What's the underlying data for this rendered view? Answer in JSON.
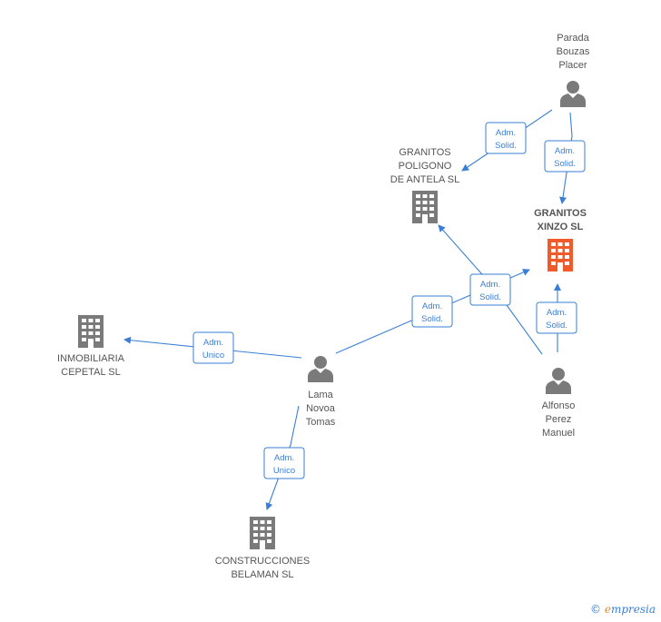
{
  "colors": {
    "edge": "#3a7fd5",
    "company": "#7a7a7a",
    "company_highlight": "#ef5b2b",
    "person": "#7a7a7a",
    "label": "#555555"
  },
  "nodes": [
    {
      "id": "parada",
      "kind": "person",
      "icon": "person-icon",
      "lines": [
        "Parada",
        "Bouzas",
        "Placer"
      ],
      "highlight": false
    },
    {
      "id": "granitos_poligono",
      "kind": "company",
      "icon": "building-icon",
      "lines": [
        "GRANITOS",
        "POLIGONO",
        "DE ANTELA SL"
      ],
      "highlight": false
    },
    {
      "id": "granitos_xinzo",
      "kind": "company",
      "icon": "building-icon",
      "lines": [
        "GRANITOS",
        "XINZO  SL"
      ],
      "highlight": true
    },
    {
      "id": "inmobiliaria",
      "kind": "company",
      "icon": "building-icon",
      "lines": [
        "INMOBILIARIA",
        "CEPETAL  SL"
      ],
      "highlight": false
    },
    {
      "id": "lama",
      "kind": "person",
      "icon": "person-icon",
      "lines": [
        "Lama",
        "Novoa",
        "Tomas"
      ],
      "highlight": false
    },
    {
      "id": "alfonso",
      "kind": "person",
      "icon": "person-icon",
      "lines": [
        "Alfonso",
        "Perez",
        "Manuel"
      ],
      "highlight": false
    },
    {
      "id": "construcciones",
      "kind": "company",
      "icon": "building-icon",
      "lines": [
        "CONSTRUCCIONES",
        "BELAMAN  SL"
      ],
      "highlight": false
    }
  ],
  "edges": [
    {
      "id": "parada-poligono",
      "from": "parada",
      "to": "granitos_poligono",
      "label": [
        "Adm.",
        "Solid."
      ]
    },
    {
      "id": "parada-xinzo",
      "from": "parada",
      "to": "granitos_xinzo",
      "label": [
        "Adm.",
        "Solid."
      ]
    },
    {
      "id": "lama-inmobiliaria",
      "from": "lama",
      "to": "inmobiliaria",
      "label": [
        "Adm.",
        "Unico"
      ]
    },
    {
      "id": "lama-xinzo",
      "from": "lama",
      "to": "granitos_xinzo",
      "label": [
        "Adm.",
        "Solid."
      ]
    },
    {
      "id": "alfonso-poligono",
      "from": "alfonso",
      "to": "granitos_poligono",
      "label": [
        "Adm.",
        "Solid."
      ]
    },
    {
      "id": "alfonso-xinzo",
      "from": "alfonso",
      "to": "granitos_xinzo",
      "label": [
        "Adm.",
        "Solid."
      ]
    },
    {
      "id": "lama-construcciones",
      "from": "lama",
      "to": "construcciones",
      "label": [
        "Adm.",
        "Unico"
      ]
    }
  ],
  "credit": {
    "symbol": "©",
    "brand_initial": "e",
    "brand_rest": "mpresia"
  }
}
